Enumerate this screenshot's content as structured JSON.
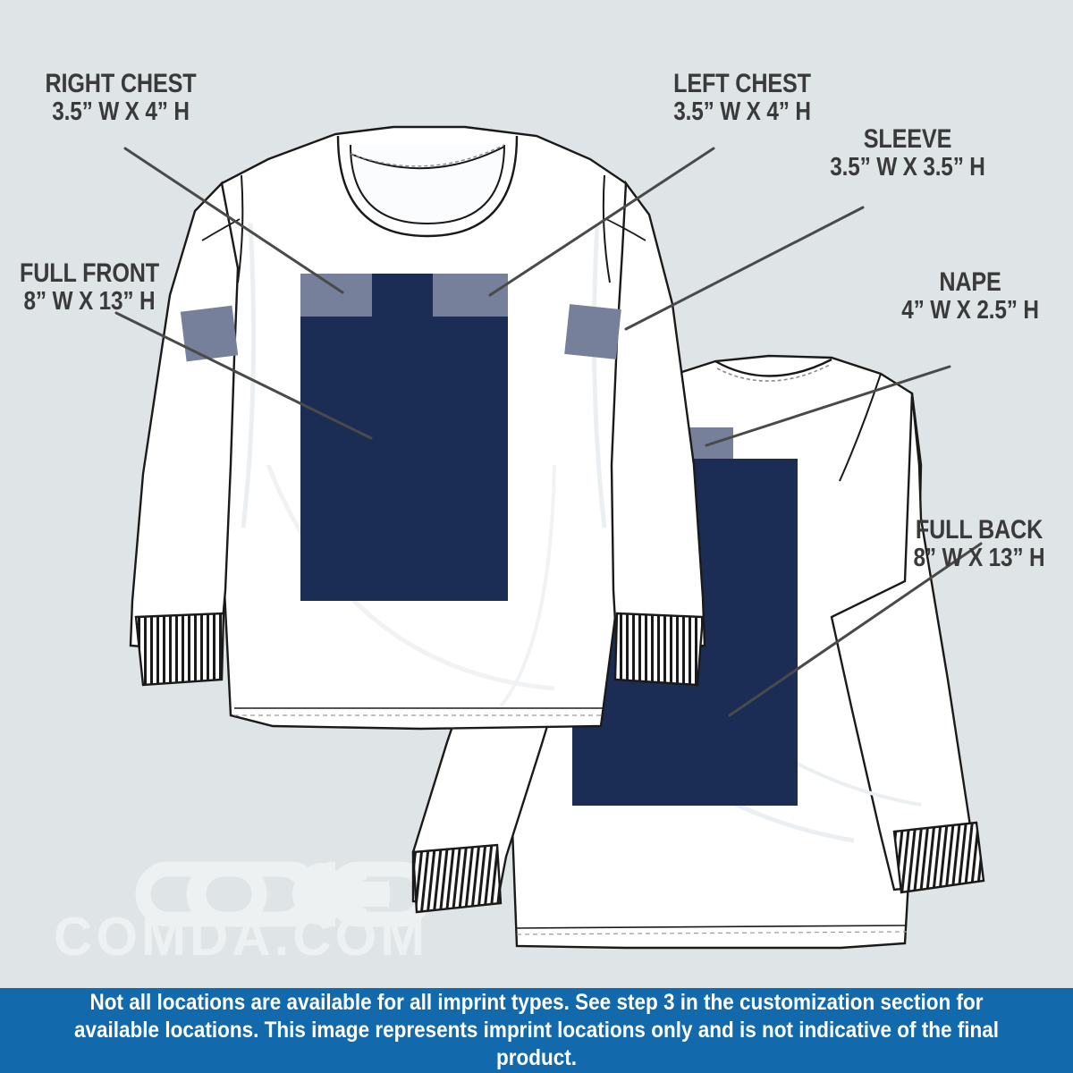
{
  "background_color": "#dfe4e7",
  "imprint_fill_color": "#1b2d55",
  "imprint_highlight_color": "#77809b",
  "garment_color": "#ffffff",
  "garment_outline_color": "#1a1a1a",
  "label_color": "#3a3a3a",
  "footer_color": "#1269ac",
  "labels": [
    {
      "id": "right-chest",
      "title": "RIGHT CHEST",
      "size": "3.5” W X 4” H"
    },
    {
      "id": "left-chest",
      "title": "LEFT CHEST",
      "size": "3.5” W X 4” H"
    },
    {
      "id": "sleeve",
      "title": "SLEEVE",
      "size": "3.5” W X 3.5” H"
    },
    {
      "id": "full-front",
      "title": "FULL FRONT",
      "size": "8” W X 13” H"
    },
    {
      "id": "nape",
      "title": "NAPE",
      "size": "4” W X 2.5” H"
    },
    {
      "id": "full-back",
      "title": "FULL BACK",
      "size": "8” W X 13” H"
    }
  ],
  "watermark": {
    "brand": "COMDA.COM",
    "logo": "chain-link-logo"
  },
  "footer": {
    "disclaimer": "Not all locations are available for all imprint types. See step 3 in the customization section for available locations. This image represents imprint locations only and is not indicative of the final product."
  },
  "garments": [
    {
      "name": "long-sleeve-shirt-front",
      "view": "front"
    },
    {
      "name": "long-sleeve-shirt-back",
      "view": "back"
    }
  ],
  "imprint_areas": [
    {
      "name": "full-front-imprint",
      "garment": "front",
      "shape": "rect"
    },
    {
      "name": "right-chest-imprint",
      "garment": "front",
      "shape": "rect"
    },
    {
      "name": "left-chest-imprint",
      "garment": "front",
      "shape": "rect"
    },
    {
      "name": "left-sleeve-imprint",
      "garment": "front",
      "shape": "rect"
    },
    {
      "name": "right-sleeve-imprint",
      "garment": "front",
      "shape": "rect"
    },
    {
      "name": "nape-imprint",
      "garment": "back",
      "shape": "rect"
    },
    {
      "name": "full-back-imprint",
      "garment": "back",
      "shape": "rect"
    }
  ]
}
